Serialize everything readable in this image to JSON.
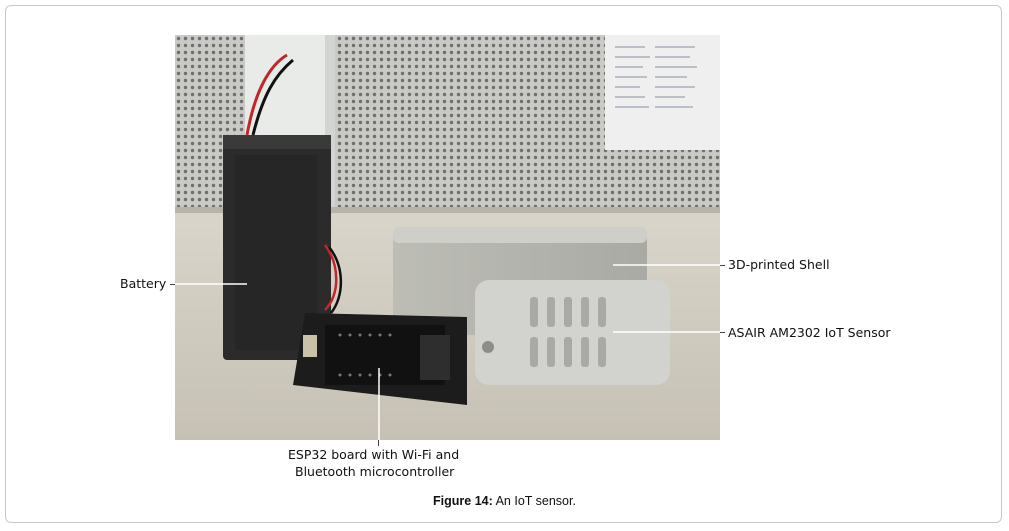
{
  "figure": {
    "labels": {
      "battery": "Battery",
      "shell": "3D-printed Shell",
      "sensor": "ASAIR AM2302 IoT Sensor",
      "esp32_line1": "ESP32 board with Wi-Fi and",
      "esp32_line2": "Bluetooth microcontroller"
    },
    "caption": {
      "number": "Figure 14:",
      "text": "An IoT sensor."
    }
  }
}
